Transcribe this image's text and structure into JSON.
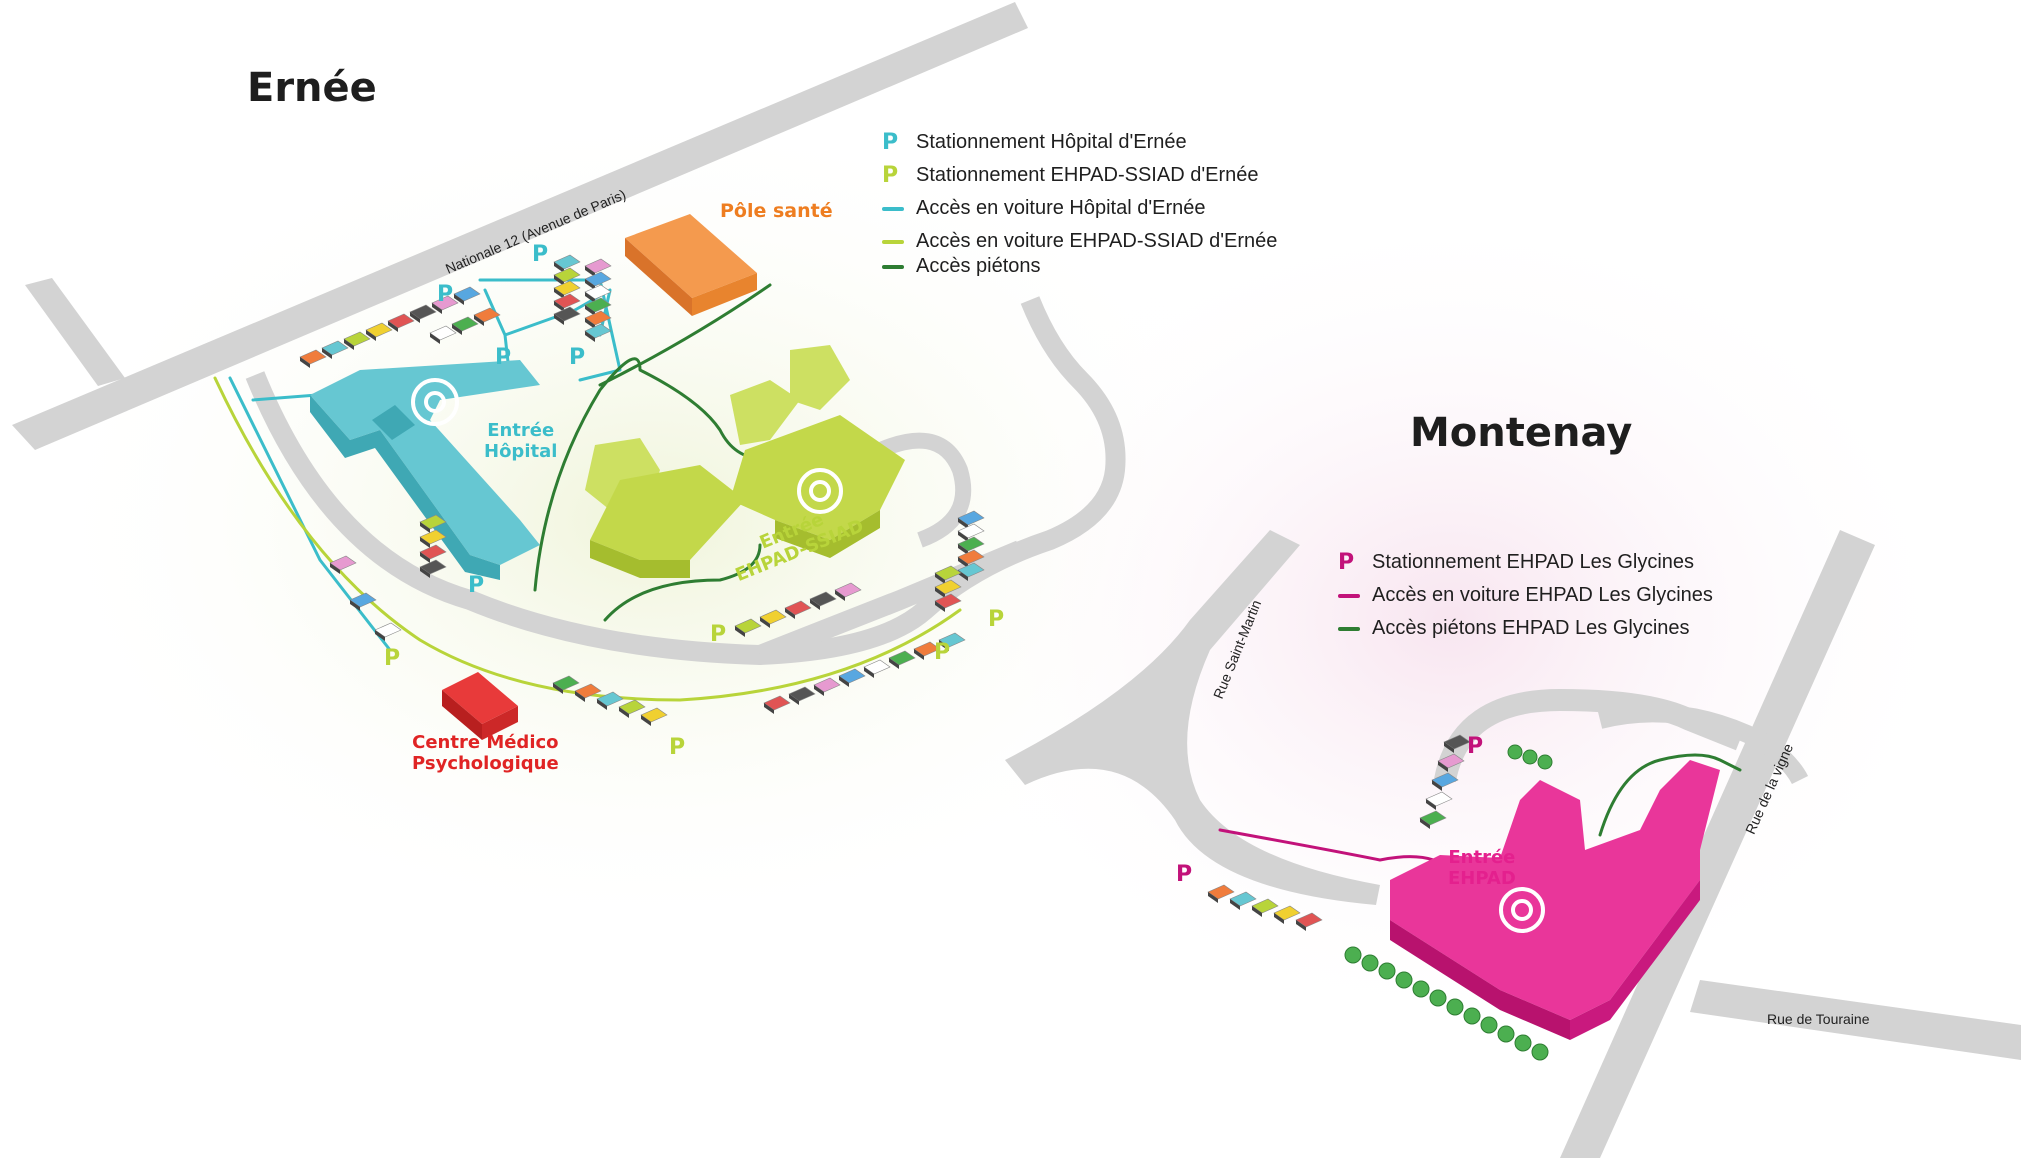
{
  "towns": {
    "ernee": "Ernée",
    "montenay": "Montenay"
  },
  "legend_ernee": [
    {
      "symbol": "P",
      "color": "#3bbdca",
      "text": "Stationnement Hôpital d'Ernée"
    },
    {
      "symbol": "P",
      "color": "#b8d43a",
      "text": "Stationnement EHPAD-SSIAD d'Ernée"
    },
    {
      "symbol": "line",
      "color": "#3bbdca",
      "text": "Accès en voiture Hôpital d'Ernée"
    },
    {
      "symbol": "line",
      "color": "#b8d43a",
      "text": "Accès en voiture EHPAD-SSIAD d'Ernée"
    },
    {
      "symbol": "line",
      "color": "#2e7d32",
      "text": "Accès piétons"
    }
  ],
  "legend_montenay": [
    {
      "symbol": "P",
      "color": "#c2127a",
      "text": "Stationnement EHPAD Les Glycines"
    },
    {
      "symbol": "line",
      "color": "#c2127a",
      "text": "Accès en voiture EHPAD Les Glycines"
    },
    {
      "symbol": "line",
      "color": "#2e7d32",
      "text": "Accès piétons EHPAD Les Glycines"
    }
  ],
  "streets": {
    "nationale": "Nationale 12 (Avenue de Paris)",
    "saint_martin": "Rue Saint-Martin",
    "vigne": "Rue de la vigne",
    "touraine": "Rue de Touraine"
  },
  "buildings": {
    "pole_sante": "Pôle santé",
    "cmp_line1": "Centre Médico",
    "cmp_line2": "Psychologique",
    "hopital_line1": "Entrée",
    "hopital_line2": "Hôpital",
    "ssiad_line1": "Entrée",
    "ssiad_line2": "EHPAD-SSIAD",
    "ehpad_line1": "Entrée",
    "ehpad_line2": "EHPAD"
  },
  "parking_symbol": "P",
  "colors": {
    "hospital": "#5bc4cf",
    "ssiad": "#c3d84a",
    "ehpad": "#e4208e",
    "pole": "#f08a3c",
    "cmp": "#e03030",
    "road": "#d2d2d2",
    "footpath": "#2e7d32"
  }
}
